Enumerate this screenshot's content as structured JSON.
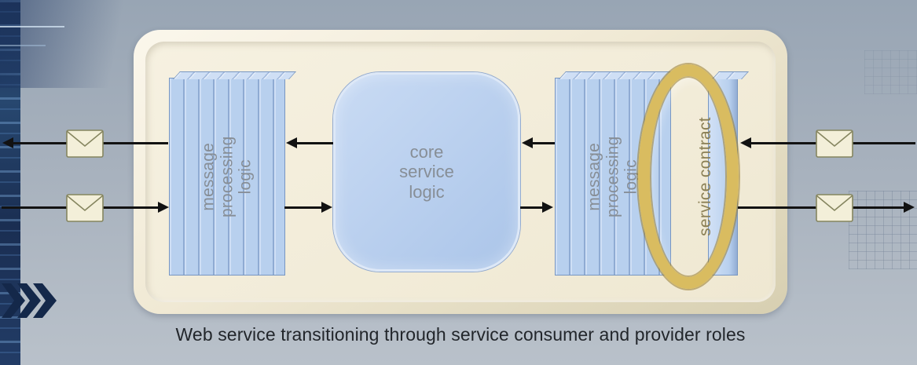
{
  "diagram": {
    "caption": "Web service transitioning through service consumer and provider roles",
    "left_message_panel": {
      "words": [
        "message",
        "processing",
        "logic"
      ]
    },
    "core_service": {
      "lines": [
        "core",
        "service",
        "logic"
      ]
    },
    "right_message_panel": {
      "words": [
        "message",
        "processing",
        "logic"
      ]
    },
    "service_contract": {
      "label": "service contract"
    }
  },
  "icons": {
    "envelope": "envelope-icon",
    "chevrons": "chevrons-icon",
    "arrows": [
      "arrow-out-left-top",
      "arrow-in-left-bottom",
      "arrow-core-to-left-panel",
      "arrow-left-panel-to-core",
      "arrow-right-panel-to-core",
      "arrow-core-to-right-panel",
      "arrow-in-right-top",
      "arrow-out-right-bottom"
    ]
  },
  "colors": {
    "background_top": "#98a5b4",
    "background_bottom": "#b9c1ca",
    "container_beige": "#f0e9d4",
    "panel_blue": "#b8d0ee",
    "panel_edge": "#7796c2",
    "core_blue": "#bcd0ee",
    "service_contract_gold": "#d9bc60",
    "label_gray": "#878e96",
    "contract_label_olive": "#8a7f55",
    "arrow_black": "#121212",
    "caption_dark": "#22262b",
    "tech_navy": "#16294d",
    "envelope_cream": "#f3efd9",
    "envelope_stroke": "#85855f"
  }
}
